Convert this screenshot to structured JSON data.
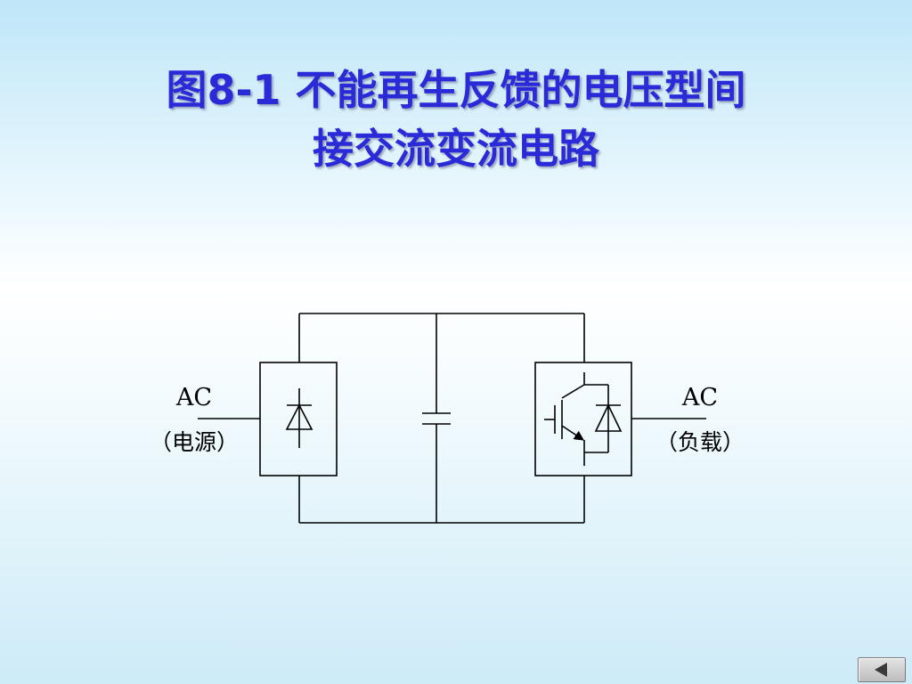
{
  "slide": {
    "title_line1": "图8-1  不能再生反馈的电压型间",
    "title_line2": "接交流变流电路"
  },
  "diagram": {
    "source_label": "AC",
    "source_sublabel": "（电源）",
    "load_label": "AC",
    "load_sublabel": "（负载）"
  },
  "navigation": {
    "back_button_icon": "left-triangle-icon"
  },
  "colors": {
    "title": "#2a2ad8",
    "lines": "#000000"
  }
}
